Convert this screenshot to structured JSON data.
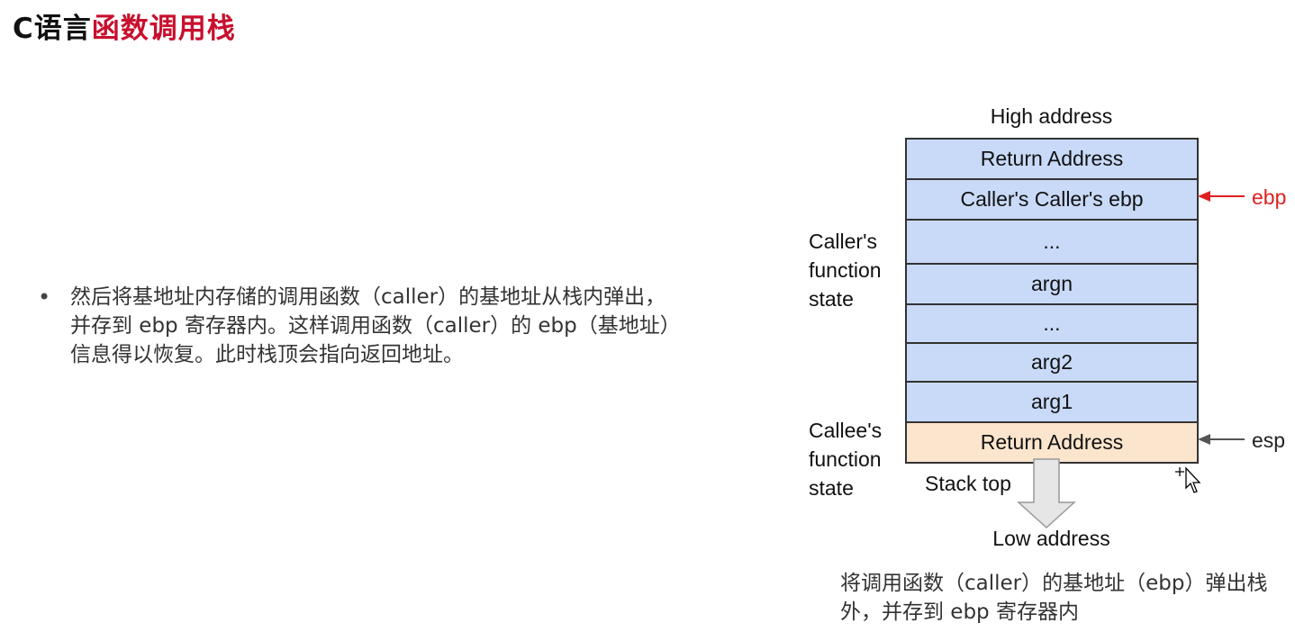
{
  "title": {
    "part1": "C语言",
    "part2": "函数调用栈",
    "accent_color": "#c8102e"
  },
  "bullet": {
    "icon": "bullet-dot",
    "text": "然后将基地址内存储的调用函数（caller）的基地址从栈内弹出，并存到 ebp 寄存器内。这样调用函数（caller）的 ebp（基地址）信息得以恢复。此时栈顶会指向返回地址。"
  },
  "diagram": {
    "high_address": "High address",
    "low_address": "Low address",
    "stack_top": "Stack top",
    "caller_state": "Caller's function state",
    "callee_state": "Callee's function state",
    "cells": [
      {
        "label": "Return Address",
        "highlight": false
      },
      {
        "label": "Caller's Caller's ebp",
        "highlight": false
      },
      {
        "label": "...",
        "highlight": false
      },
      {
        "label": "argn",
        "highlight": false
      },
      {
        "label": "...",
        "highlight": false
      },
      {
        "label": "arg2",
        "highlight": false
      },
      {
        "label": "arg1",
        "highlight": false
      },
      {
        "label": "Return Address",
        "highlight": true
      }
    ],
    "ebp_pointer": "ebp",
    "esp_pointer": "esp",
    "colors": {
      "stack_fill": "#c9daf8",
      "highlight_fill": "#fce5cd",
      "ebp_color": "#e02020",
      "esp_color": "#555555",
      "down_arrow_fill": "#e6e6e6"
    },
    "caption": "将调用函数（caller）的基地址（ebp）弹出栈外，并存到 ebp 寄存器内"
  }
}
